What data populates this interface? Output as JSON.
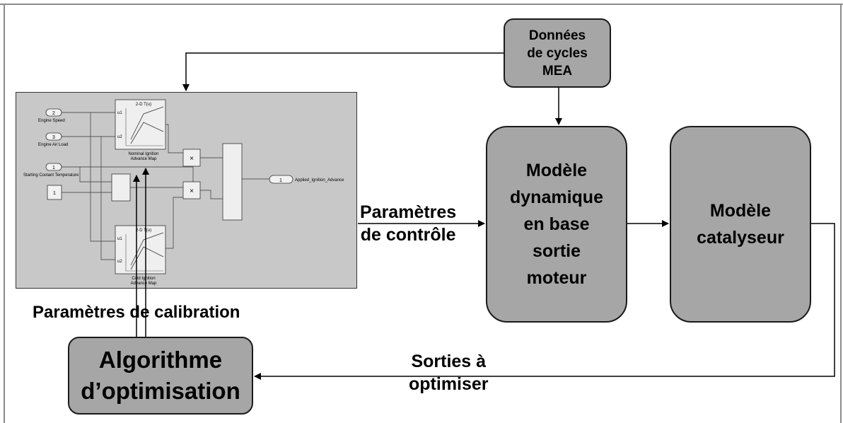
{
  "data_box": {
    "label": "Données\nde cycles\nMEA"
  },
  "dynamic_model_box": {
    "label": "Modèle\ndynamique\nen base\nsortie\nmoteur"
  },
  "catalyst_box": {
    "label": "Modèle\ncatalyseur"
  },
  "optimization_box": {
    "label": "Algorithme\nd’optimisation"
  },
  "control_params": {
    "line1": "Paramètres",
    "line2": "de contrôle"
  },
  "calibration_params": {
    "label": "Paramètres de calibration"
  },
  "outputs": {
    "line1": "Sorties à",
    "line2": "optimiser"
  },
  "simulink": {
    "inport_engine_speed_num": "2",
    "inport_engine_speed_label": "Engine Speed",
    "inport_engine_air_load_num": "3",
    "inport_engine_air_load_label": "Engine Air Load",
    "inport_coolant_num": "1",
    "inport_coolant_label": "Starting Coolant Temperature",
    "constant_value": "1",
    "lookup_top_title": "2-D T(u)",
    "lookup_top_u1": "u1",
    "lookup_top_u2": "u2",
    "lookup_top_caption1": "Nominal Ignition",
    "lookup_top_caption2": "Advance Map",
    "lookup_bottom_title": "2-D T(u)",
    "lookup_bottom_u1": "u1",
    "lookup_bottom_u2": "u2",
    "lookup_bottom_caption1": "Cold Ignition",
    "lookup_bottom_caption2": "Advance Map",
    "product_symbol_1": "×",
    "product_symbol_2": "×",
    "outport_num": "1",
    "outport_label": "Applied_Ignition_Advance"
  },
  "colors": {
    "box_fill": "#a6a6a6",
    "sim_background": "#c8c8c8",
    "frame": "#8c8c8c"
  }
}
